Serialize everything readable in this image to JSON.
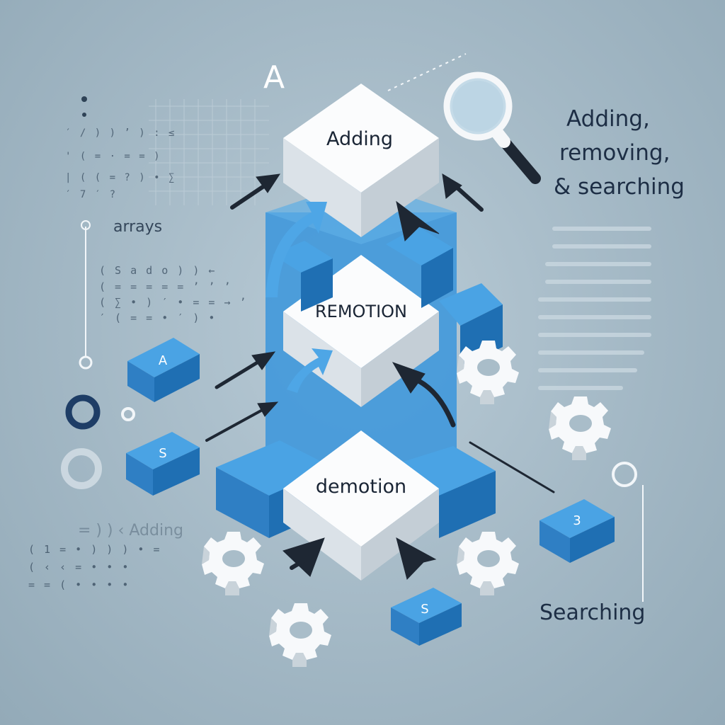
{
  "boxes": {
    "top": "Adding",
    "middle": "REMOTION",
    "bottom": "demotion"
  },
  "caption": {
    "line1": "Adding,",
    "line2": "removing,",
    "line3": "& searching"
  },
  "left_label": "arrays",
  "searching_label": "Searching",
  "decor_letter": "A",
  "cubes": {
    "a": "A",
    "s_left": "S",
    "three": "3",
    "s_bottom": "S"
  },
  "code_noise": {
    "l1": "′ / ) ) ’ ) : ≤",
    "l2": "' ( = ⋅ = = )",
    "l3": "| ( ( = ? ) • ∑",
    "l4": "′ 7 ′ ?",
    "m1": "( S a d o ) ) ←",
    "m2": "( = = = = = ’ ’ ’",
    "m3": "( ∑ • ) ′ • = = → ’",
    "m4": "′ ( = = • ′ ) •",
    "b2": "( 1 = • ) ) ) • =",
    "b3": "( ‹ ‹ = • • •",
    "b4": "= = ( • • • •",
    "ghost": "= ) ) ‹ Adding"
  },
  "colors": {
    "background": "#a9bdc9",
    "cube_blue": "#3a95dc",
    "cube_blue_dark": "#1f6fb3",
    "box_white": "#f5f7f9",
    "arrow_dark": "#1e2733",
    "text_dark": "#1d2e45"
  },
  "icons": [
    "magnifier-icon",
    "gear-icon",
    "ring-icon",
    "arrow-icon"
  ]
}
